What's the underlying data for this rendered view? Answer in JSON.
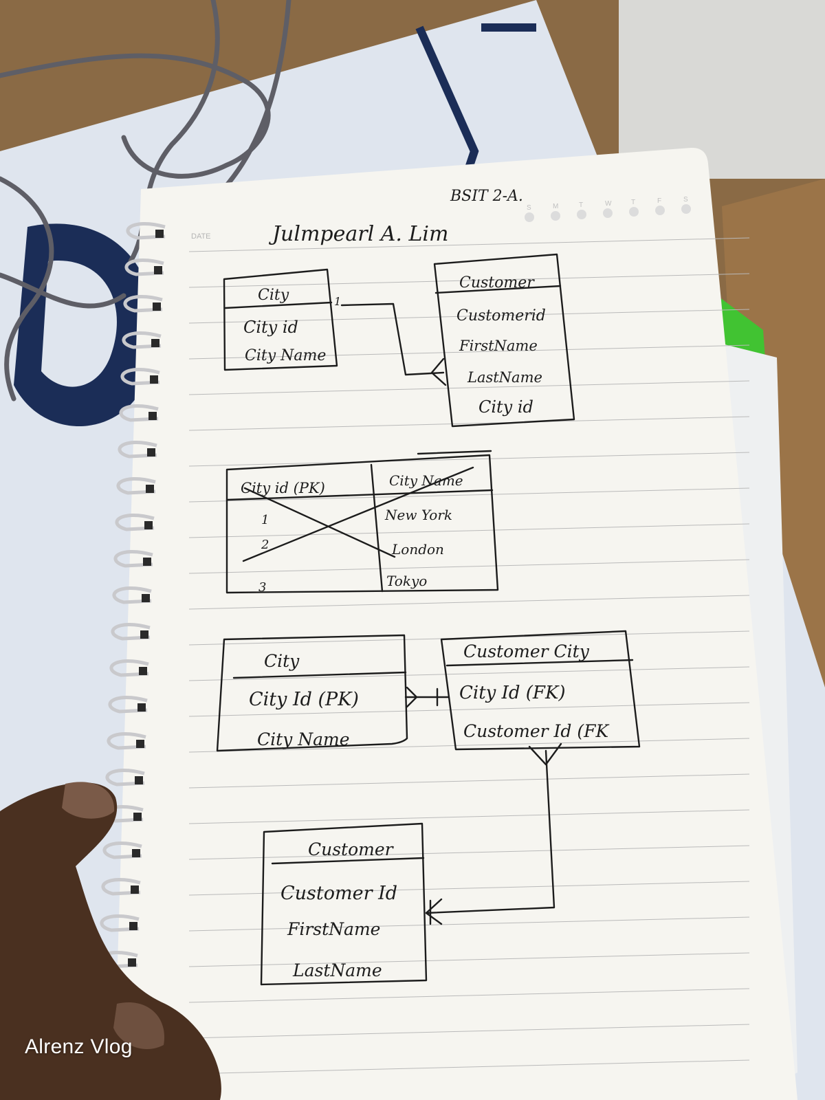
{
  "header": {
    "date_label": "DATE",
    "class_label": "BSIT 2-A.",
    "author": "Julmpearl A. Lim",
    "weekdays": [
      "S",
      "M",
      "T",
      "W",
      "T",
      "F",
      "S"
    ]
  },
  "diagram1": {
    "city": {
      "title": "City",
      "fields": [
        "City id",
        "City Name"
      ]
    },
    "customer": {
      "title": "Customer",
      "fields": [
        "Customerid",
        "FirstName",
        "LastName",
        "City id"
      ]
    },
    "one_marker": "1"
  },
  "table": {
    "headers": [
      "City id (PK)",
      "City Name"
    ],
    "rows": [
      [
        "1",
        "New York"
      ],
      [
        "2",
        "London"
      ],
      [
        "3",
        "Tokyo"
      ]
    ]
  },
  "diagram2": {
    "city": {
      "title": "City",
      "fields": [
        "City Id (PK)",
        "City Name"
      ]
    },
    "customer_city": {
      "title": "Customer City",
      "fields": [
        "City Id (FK)",
        "Customer Id (FK"
      ]
    },
    "customer": {
      "title": "Customer",
      "fields": [
        "Customer Id",
        "FirstName",
        "LastName"
      ]
    }
  },
  "watermark": "Alrenz Vlog",
  "colors": {
    "desk": "#8a6a45",
    "mousepad": "#dfe5ee",
    "pad_logo": "#1b2d57",
    "paper": "#f6f5f0",
    "ink": "#1c1c1c",
    "green_folder": "#41c332"
  }
}
